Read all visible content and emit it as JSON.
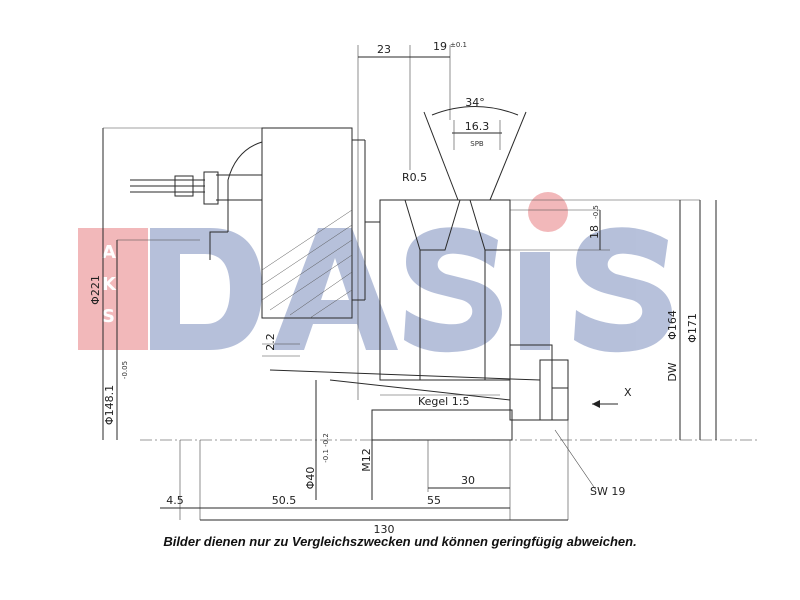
{
  "dimensions": {
    "d23": "23",
    "d19": "19",
    "d19_tol": "±0.1",
    "angle": "34°",
    "d16_3": "16.3",
    "spb": "SPB",
    "r05": "R0.5",
    "d18": "18",
    "d18_tol": "-0.5",
    "d221": "Φ221",
    "d148": "Φ148.1",
    "d148_tol": "-0.05",
    "d2_2": "2.2",
    "dw": "DW",
    "d164": "Φ164",
    "d171": "Φ171",
    "x_label": "X",
    "kegel": "Kegel 1:5",
    "d40": "Φ40",
    "d40_tol": "-0.1 -0.2",
    "m12": "M12",
    "d30": "30",
    "sw19": "SW 19",
    "d4_5": "4.5",
    "d50_5": "50.5",
    "d55": "55",
    "d130": "130"
  },
  "watermark": {
    "text": "DASiS",
    "side_text": "AKS",
    "color_blue": "#1f3f8f",
    "color_red": "#d9252b"
  },
  "caption": "Bilder dienen nur zu Vergleichszwecken und können geringfügig abweichen."
}
